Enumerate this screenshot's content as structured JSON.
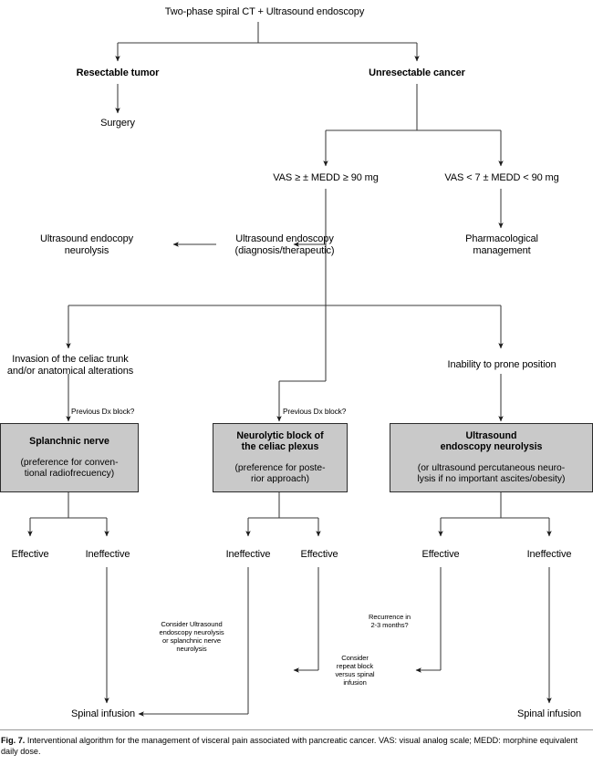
{
  "figure": {
    "caption_label": "Fig. 7.",
    "caption_text": "Interventional algorithm for the management of visceral pain associated with pancreatic cancer. VAS: visual analog scale; MEDD: morphine equivalent daily dose.",
    "box_fill_color": "#c9c9c9",
    "line_color": "#3a3a3a"
  },
  "nodes": {
    "root": "Two-phase spiral CT + Ultrasound endoscopy",
    "resectable": "Resectable tumor",
    "unresectable": "Unresectable cancer",
    "surgery": "Surgery",
    "vas_high": "VAS ≥ ± MEDD ≥ 90 mg",
    "vas_low": "VAS < 7 ± MEDD < 90 mg",
    "us_endoscopy": "Ultrasound endoscopy\n(diagnosis/therapeutic)",
    "us_neurolysis": "Ultrasound endocopy\nneurolysis",
    "pharmacological": "Pharmacological\nmanagement",
    "invasion": "Invasion of the celiac trunk\nand/or anatomical alterations",
    "inability": "Inability to prone position",
    "prev_dx_left": "Previous Dx block?",
    "prev_dx_mid": "Previous Dx block?"
  },
  "gray_boxes": [
    {
      "id": "splanchnic-nerve",
      "heading": "Splanchnic nerve",
      "subtext": "(preference for conven-\ntional radiofrecuency)"
    },
    {
      "id": "neurolytic-block",
      "heading": "Neurolytic block of\nthe celiac plexus",
      "subtext": "(preference for poste-\nrior approach)"
    },
    {
      "id": "ultrasound-endoscopy-neurolysis",
      "heading": "Ultrasound\nendoscopy neurolysis",
      "subtext": "(or ultrasound percutaneous neuro-\nlysis if no important ascites/obesity)"
    }
  ],
  "outcomes": {
    "left_effective": "Effective",
    "left_ineffective": "Ineffective",
    "mid_ineffective": "Ineffective",
    "mid_effective": "Effective",
    "right_effective": "Effective",
    "right_ineffective": "Ineffective"
  },
  "annotations": {
    "consider_us": "Consider Ultrasound\nendoscopy neurolysis\nor splanchnic nerve\nneurolysis",
    "recurrence": "Recurrence in\n2-3 months?",
    "repeat_block": "Consider\nrepeat block\nversus spinal\ninfusion"
  },
  "terminals": {
    "spinal_left": "Spinal infusion",
    "spinal_right": "Spinal infusion"
  }
}
